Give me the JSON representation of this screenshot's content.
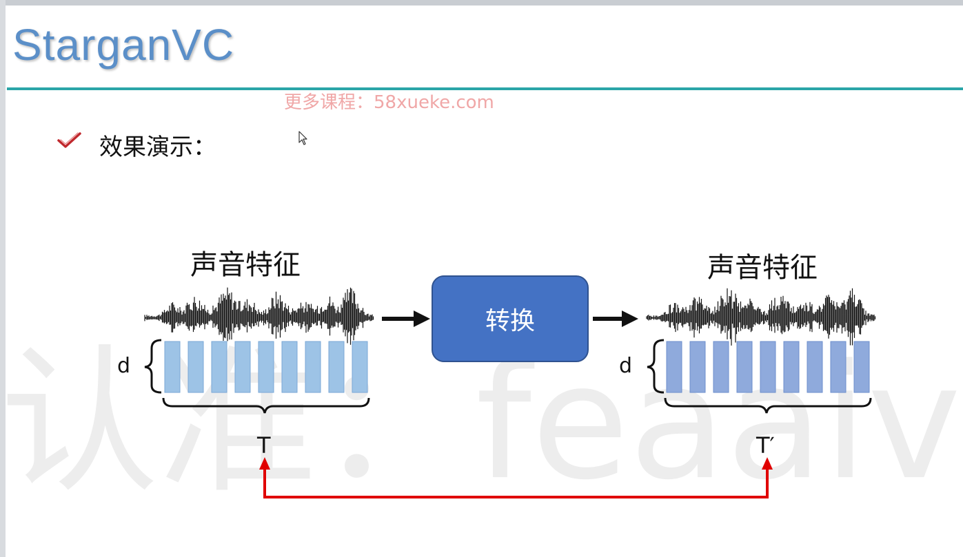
{
  "slide": {
    "title": "StarganVC",
    "promo_watermark": "更多课程：58xueke.com",
    "bullet_text": "效果演示：",
    "bottom_watermark": "认准：feaaiv.cn"
  },
  "diagram": {
    "feature_label_left": "声音特征",
    "feature_label_right": "声音特征",
    "convert_label": "转换",
    "d_left": "d",
    "d_right": "d",
    "t_left": "T",
    "t_right": "T′",
    "colors": {
      "title": "#5b8fc8",
      "rule": "#2aa5a8",
      "check": "#c0282d",
      "box": "#4472c4",
      "frames_left": "#9dc3e6",
      "frames_right": "#8faadc",
      "red_arrow": "#e00000"
    },
    "icons": [
      "check-icon",
      "cursor-icon",
      "arrow-right-icon",
      "arrow-up-icon",
      "brace-icon"
    ]
  }
}
